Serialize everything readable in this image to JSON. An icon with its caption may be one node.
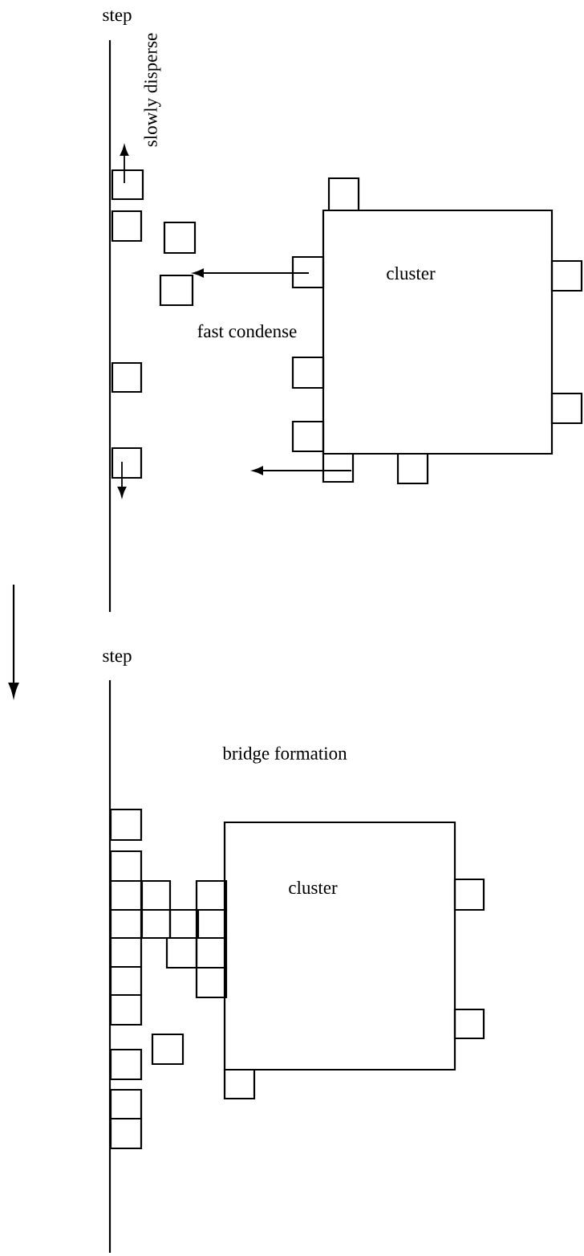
{
  "diagram": {
    "nodes": [
      {
        "text": [
          "cluster"
        ]
      },
      {
        "text": [
          "cluster"
        ]
      }
    ],
    "labels": [
      "step",
      "slowly disperse",
      "fast condense",
      "step",
      "bridge formation"
    ]
  }
}
